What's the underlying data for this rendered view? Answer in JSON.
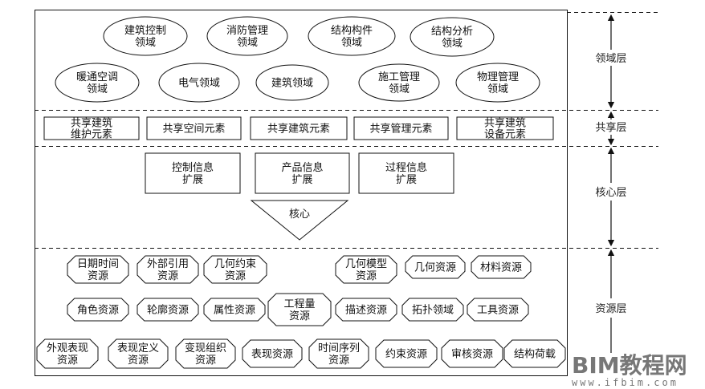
{
  "domain": {
    "label": "领域层",
    "ellipses": [
      [
        "建筑控制",
        "领域"
      ],
      [
        "消防管理",
        "领域"
      ],
      [
        "结构构件",
        "领域"
      ],
      [
        "结构分析",
        "领域"
      ],
      [
        "暖通空调",
        "领域"
      ],
      [
        "电气领域"
      ],
      [
        "建筑领域"
      ],
      [
        "施工管理",
        "领域"
      ],
      [
        "物理管理",
        "领域"
      ]
    ]
  },
  "shared": {
    "label": "共享层",
    "boxes": [
      [
        "共享建筑",
        "维护元素"
      ],
      [
        "共享空间元素"
      ],
      [
        "共享建筑元素"
      ],
      [
        "共享管理元素"
      ],
      [
        "共享建筑",
        "设备元素"
      ]
    ]
  },
  "core": {
    "label": "核心层",
    "boxes": [
      [
        "控制信息",
        "扩展"
      ],
      [
        "产品信息",
        "扩展"
      ],
      [
        "过程信息",
        "扩展"
      ]
    ],
    "kernel": "核心"
  },
  "resource": {
    "label": "资源层",
    "items": [
      [
        "日期时间",
        "资源"
      ],
      [
        "外部引用",
        "资源"
      ],
      [
        "几何约束",
        "资源"
      ],
      [
        "几何模型",
        "资源"
      ],
      [
        "几何资源"
      ],
      [
        "材料资源"
      ],
      [
        "角色资源"
      ],
      [
        "轮廓资源"
      ],
      [
        "属性资源"
      ],
      [
        "工程量",
        "资源"
      ],
      [
        "描述资源"
      ],
      [
        "拓扑领域"
      ],
      [
        "工具资源"
      ],
      [
        "外观表现",
        "资源"
      ],
      [
        "表现定义",
        "资源"
      ],
      [
        "变现组织",
        "资源"
      ],
      [
        "表现资源"
      ],
      [
        "时间序列",
        "资源"
      ],
      [
        "约束资源"
      ],
      [
        "审核资源"
      ],
      [
        "结构荷载"
      ]
    ]
  },
  "watermark": {
    "logo": "BIM教程网",
    "url": "www.ifbim.com"
  }
}
